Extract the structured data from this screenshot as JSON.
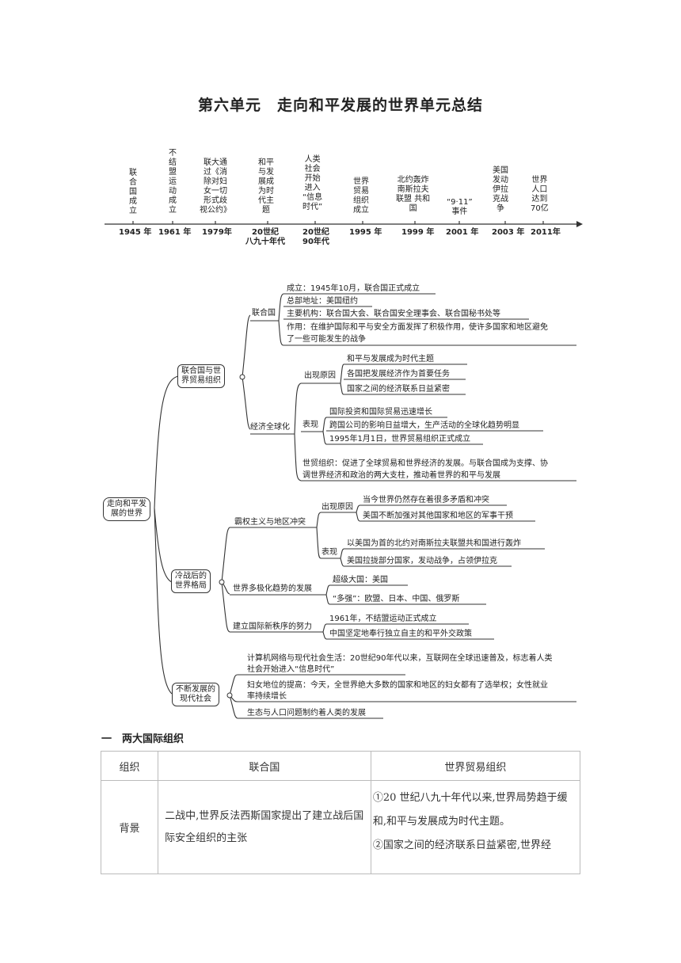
{
  "title": "第六单元　走向和平发展的世界单元总结",
  "timeline": {
    "events": [
      "联\n合\n国\n成\n立",
      "不\n结\n盟\n运\n动\n成\n立",
      "联大通\n过《消\n除对妇\n女一切\n形式歧\n视公约》",
      "和平\n与发\n展成\n为时\n代主\n题",
      "人类\n社会\n开始\n进入\n“信息\n时代”",
      "世界\n贸易\n组织\n成立",
      "北约轰炸\n南斯拉夫\n联盟 共和\n国",
      "“9·11”\n事件",
      "美国\n发动\n伊拉\n克战\n争",
      "世界\n人口\n达到\n70亿"
    ],
    "years": [
      "1945 年",
      "1961 年",
      "1979年",
      "20世纪\n八九十年代",
      "20世纪\n90年代",
      "1995 年",
      "1999 年",
      "2001 年",
      "2003 年",
      "2011年"
    ]
  },
  "mindmap": {
    "root": "走向和平发\n展的世界",
    "branch1": "联合国与世\n界贸易组织",
    "un": "联合国",
    "un_items": [
      "成立：1945年10月，联合国正式成立",
      "总部地址：美国纽约",
      "主要机构：联合国大会、联合国安全理事会、联合国秘书处等",
      "作用：在维护国际和平与安全方面发挥了积极作用，使许多国家和地区避免",
      "了一些可能发生的战争"
    ],
    "globalization": "经济全球化",
    "cause_label": "出现原因",
    "cause_items": [
      "和平与发展成为时代主题",
      "各国把发展经济作为首要任务",
      "国家之间的经济联系日益紧密"
    ],
    "show_label": "表现",
    "show_items": [
      "国际投资和国际贸易迅速增长",
      "跨国公司的影响日益增大，生产活动的全球化趋势明显",
      "1995年1月1日，世界贸易组织正式成立"
    ],
    "wto_note": [
      "世贸组织：促进了全球贸易和世界经济的发展。与联合国成为支撑、协",
      "调世界经济和政治的两大支柱，推动着世界的和平与发展"
    ],
    "branch2": "冷战后的\n世界格局",
    "hegemony": "霸权主义与地区冲突",
    "h_cause": "出现原因",
    "h_cause_items": [
      "当今世界仍然存在着很多矛盾和冲突",
      "美国不断加强对其他国家和地区的军事干预"
    ],
    "h_show": "表现",
    "h_show_items": [
      "以美国为首的北约对南斯拉夫联盟共和国进行轰炸",
      "美国拉拢部分国家，发动战争，占领伊拉克"
    ],
    "multipolar": "世界多极化趋势的发展",
    "multipolar_items": [
      "超级大国：美国",
      "“多强”：欧盟、日本、中国、俄罗斯"
    ],
    "neworder": "建立国际新秩序的努力",
    "neworder_items": [
      "1961年，不结盟运动正式成立",
      "中国坚定地奉行独立自主的和平外交政策"
    ],
    "branch3": "不断发展的\n现代社会",
    "society_items": [
      "计算机网络与现代社会生活：20世纪90年代以来，互联网在全球迅速普及，标志着人类",
      "社会开始进入“信息时代”",
      "妇女地位的提高：今天，全世界绝大多数的国家和地区的妇女都有了选举权；女性就业",
      "率持续增长",
      "生态与人口问题制约着人类的发展"
    ]
  },
  "section_title": "一　两大国际组织",
  "table": {
    "headers": [
      "组织",
      "联合国",
      "世界贸易组织"
    ],
    "row_label": "背景",
    "un_bg": "二战中,世界反法西斯国家提出了建立战后国际安全组织的主张",
    "wto_bg": [
      "①20 世纪八九十年代以来,世界局势趋于缓和,和平与发展成为时代主题。",
      "②国家之间的经济联系日益紧密,世界经"
    ]
  }
}
